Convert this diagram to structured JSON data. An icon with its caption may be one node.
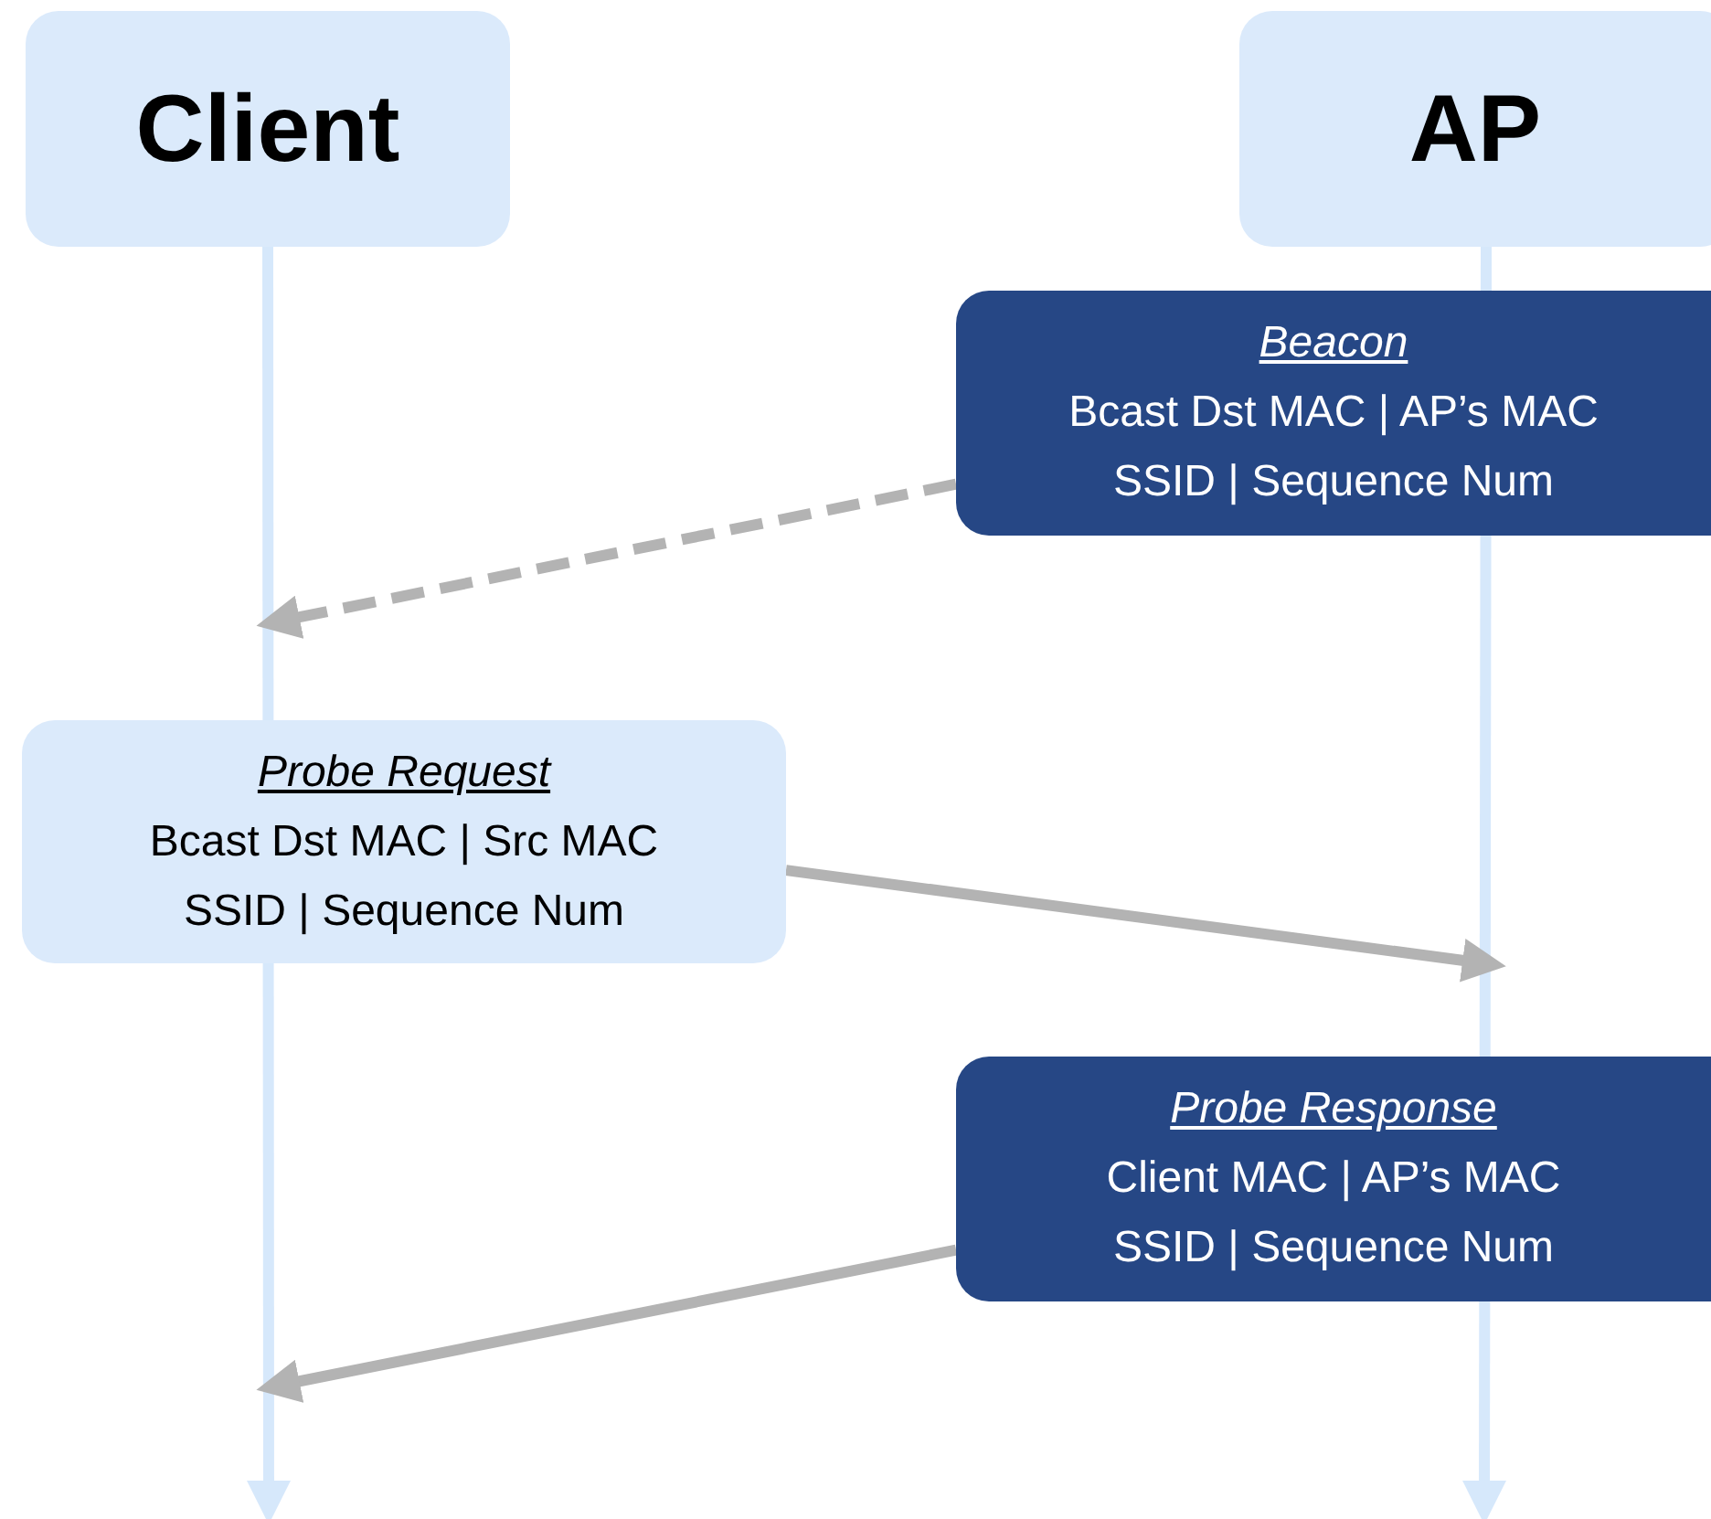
{
  "diagram": {
    "nodes": [
      {
        "text": [
          "Client"
        ]
      },
      {
        "text": [
          "AP"
        ]
      },
      {
        "text": [
          "Beacon",
          "Bcast Dst MAC | AP’s MAC",
          "SSID | Sequence Num"
        ]
      },
      {
        "text": [
          "Probe Request",
          "Bcast Dst MAC | Src MAC",
          "SSID | Sequence Num"
        ]
      },
      {
        "text": [
          "Probe Response",
          "Client MAC | AP’s MAC",
          "SSID | Sequence Num"
        ]
      }
    ],
    "edges": [
      {
        "from": 0,
        "to": null,
        "arrow": "to",
        "color": "#d6e8fb"
      },
      {
        "from": 1,
        "to": null,
        "arrow": "to",
        "color": "#d6e8fb"
      },
      {
        "from": 2,
        "to": null,
        "arrow": "to",
        "style": "dashed",
        "color": "#b3b3b3"
      },
      {
        "from": 3,
        "to": null,
        "arrow": "to",
        "color": "#b3b3b3"
      },
      {
        "from": 4,
        "to": null,
        "arrow": "to",
        "color": "#b3b3b3"
      }
    ]
  }
}
